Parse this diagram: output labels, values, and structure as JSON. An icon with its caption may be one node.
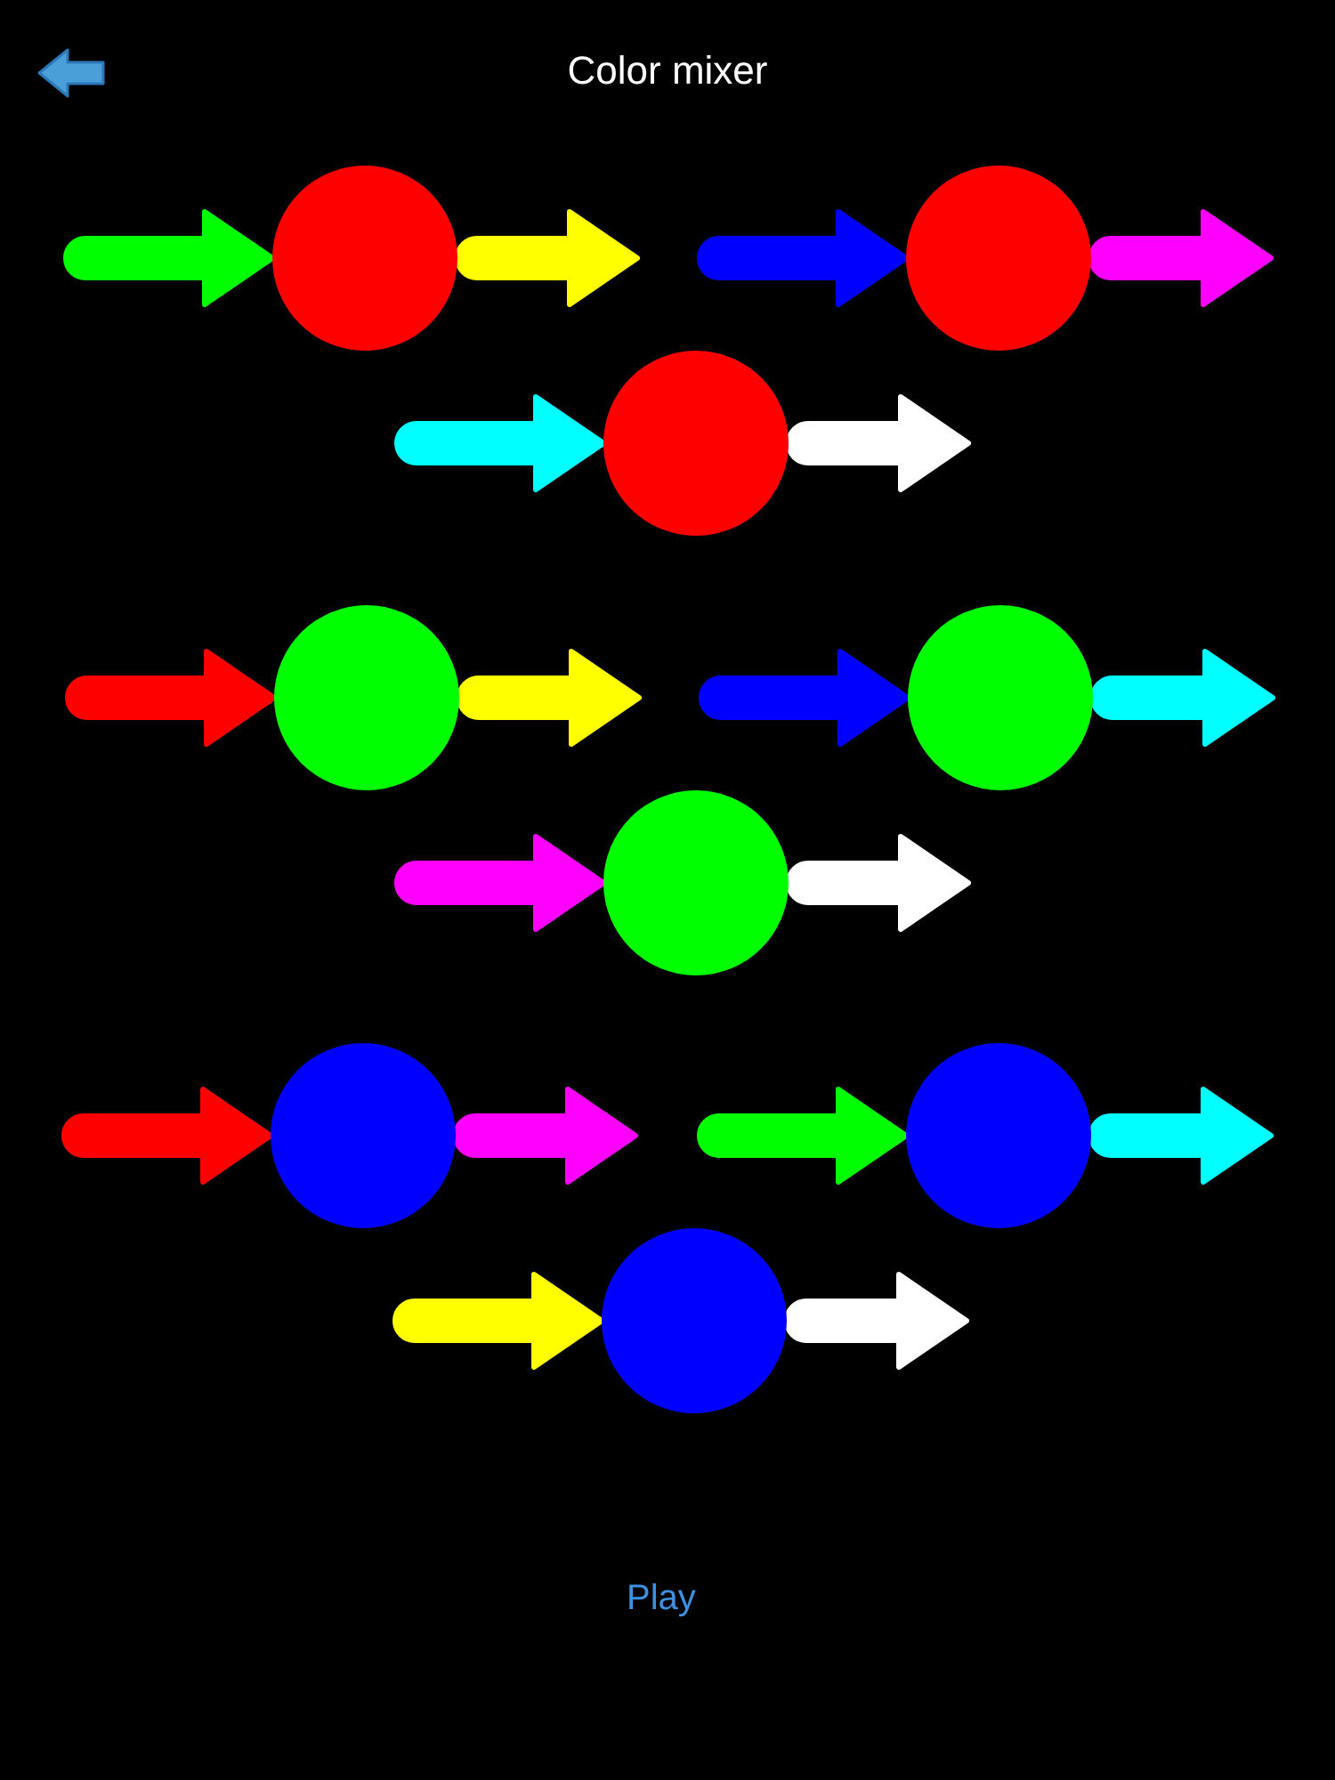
{
  "diagram": {
    "title": "Color mixer",
    "nodes": [
      {
        "text": [],
        "shape": "circle"
      },
      {
        "text": [],
        "shape": "circle"
      },
      {
        "text": [],
        "shape": "circle"
      },
      {
        "text": [],
        "shape": "circle"
      },
      {
        "text": [],
        "shape": "circle"
      },
      {
        "text": [],
        "shape": "circle"
      },
      {
        "text": [],
        "shape": "circle"
      },
      {
        "text": [],
        "shape": "circle"
      },
      {
        "text": [],
        "shape": "circle"
      }
    ],
    "edges": [
      {
        "from": null,
        "to": 0,
        "arrow": "to",
        "color": "#00ff00"
      },
      {
        "from": 0,
        "to": null,
        "arrow": "to",
        "color": "#ffff00"
      },
      {
        "from": null,
        "to": 1,
        "arrow": "to",
        "color": "#0000ff"
      },
      {
        "from": 1,
        "to": null,
        "arrow": "to",
        "color": "#ff00ff"
      },
      {
        "from": null,
        "to": 2,
        "arrow": "to",
        "color": "#00ffff"
      },
      {
        "from": 2,
        "to": null,
        "arrow": "to",
        "color": "#ffffff"
      },
      {
        "from": null,
        "to": 3,
        "arrow": "to",
        "color": "#ff0000"
      },
      {
        "from": 3,
        "to": null,
        "arrow": "to",
        "color": "#ffff00"
      },
      {
        "from": null,
        "to": 4,
        "arrow": "to",
        "color": "#0000ff"
      },
      {
        "from": 4,
        "to": null,
        "arrow": "to",
        "color": "#00ffff"
      },
      {
        "from": null,
        "to": 5,
        "arrow": "to",
        "color": "#ff00ff"
      },
      {
        "from": 5,
        "to": null,
        "arrow": "to",
        "color": "#ffffff"
      },
      {
        "from": null,
        "to": 6,
        "arrow": "to",
        "color": "#ff0000"
      },
      {
        "from": 6,
        "to": null,
        "arrow": "to",
        "color": "#ff00ff"
      },
      {
        "from": null,
        "to": 7,
        "arrow": "to",
        "color": "#00ff00"
      },
      {
        "from": 7,
        "to": null,
        "arrow": "to",
        "color": "#00ffff"
      },
      {
        "from": null,
        "to": 8,
        "arrow": "to",
        "color": "#ffff00"
      },
      {
        "from": 8,
        "to": null,
        "arrow": "to",
        "color": "#ffffff"
      }
    ],
    "labels": [
      "Play"
    ]
  }
}
